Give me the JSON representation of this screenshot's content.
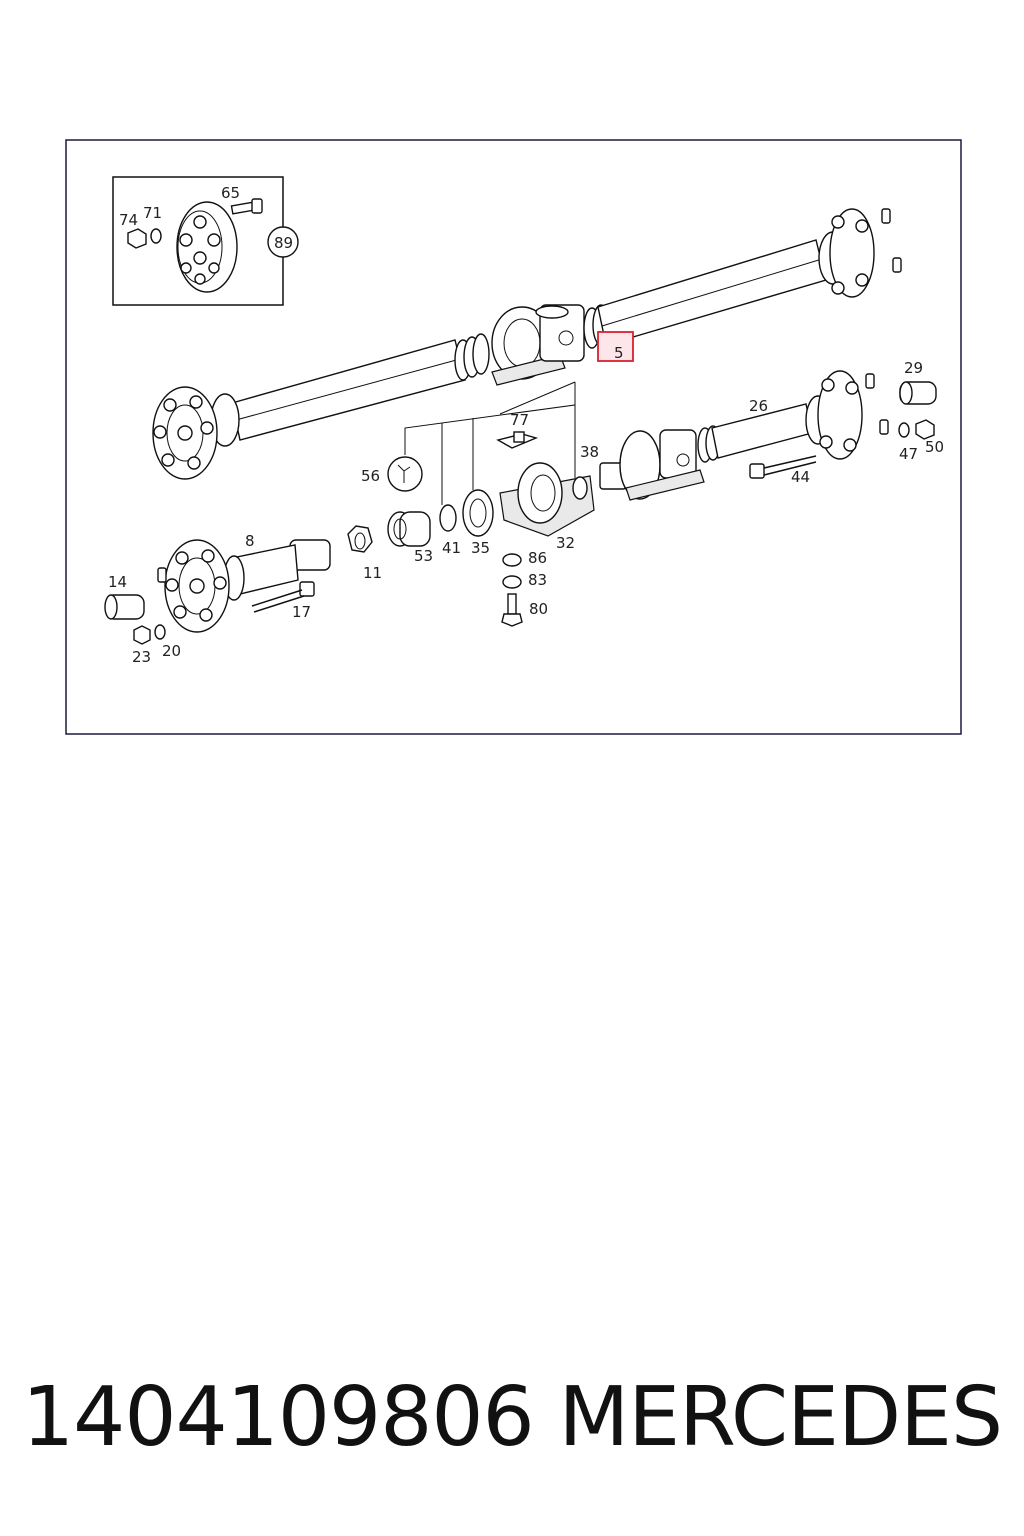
{
  "labels": {
    "l65": "65",
    "l74": "74",
    "l71": "71",
    "l89": "89",
    "l5": "5",
    "l29": "29",
    "l26": "26",
    "l47": "47",
    "l50": "50",
    "l77": "77",
    "l56": "56",
    "l38": "38",
    "l44": "44",
    "l8": "8",
    "l53": "53",
    "l41": "41",
    "l35": "35",
    "l32": "32",
    "l11": "11",
    "l86": "86",
    "l83": "83",
    "l80": "80",
    "l14": "14",
    "l17": "17",
    "l23": "23",
    "l20": "20"
  },
  "highlight_color": "#d9212e",
  "footer": {
    "part_number": "1404109806",
    "brand": "MERCEDES"
  }
}
